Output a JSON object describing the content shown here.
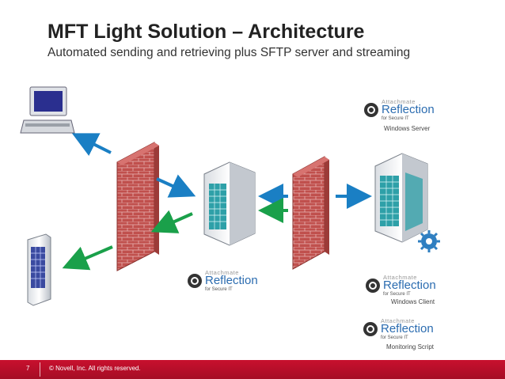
{
  "slide": {
    "title": "MFT Light Solution – Architecture",
    "subtitle": "Automated sending and retrieving plus SFTP server and streaming"
  },
  "logos": {
    "prefix": "Attachmate",
    "brand": "Reflection",
    "tagline": "for Secure IT"
  },
  "nodes": {
    "windows_server": "Windows Server",
    "windows_client": "Windows Client",
    "monitoring_script": "Monitoring Script"
  },
  "footer": {
    "slide_number": "7",
    "copyright": "© Novell, Inc.  All rights reserved."
  },
  "colors": {
    "accent_red": "#c8102e",
    "arrow_blue": "#1a7fc4",
    "arrow_green": "#1aa04a",
    "firewall_brick": "#c0504d"
  }
}
